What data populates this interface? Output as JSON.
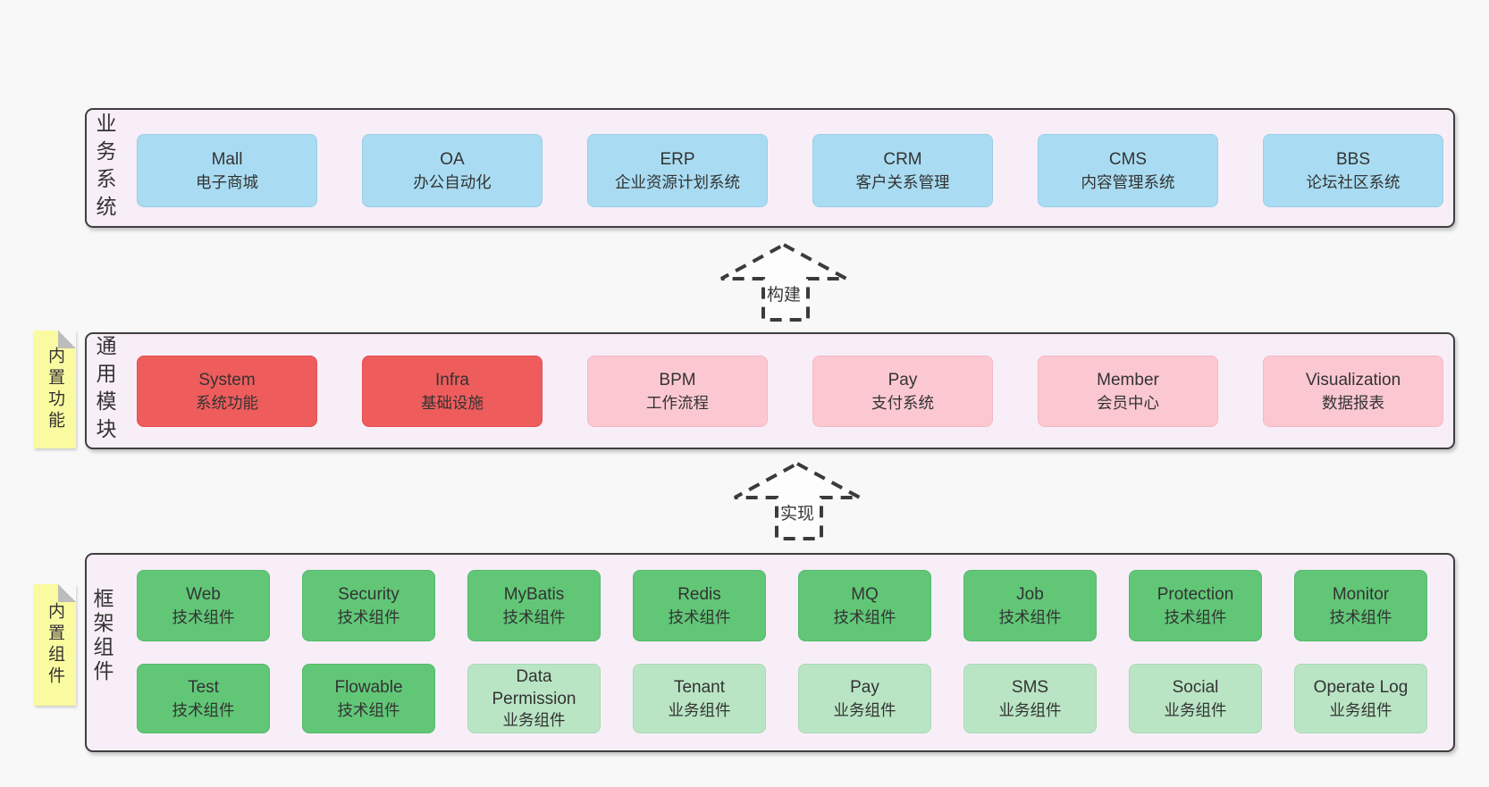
{
  "business": {
    "label": "业务系统",
    "boxes": [
      {
        "en": "Mall",
        "zh": "电子商城"
      },
      {
        "en": "OA",
        "zh": "办公自动化"
      },
      {
        "en": "ERP",
        "zh": "企业资源计划系统"
      },
      {
        "en": "CRM",
        "zh": "客户关系管理"
      },
      {
        "en": "CMS",
        "zh": "内容管理系统"
      },
      {
        "en": "BBS",
        "zh": "论坛社区系统"
      }
    ]
  },
  "modules": {
    "label": "通用模块",
    "tab": "内置功能",
    "boxes": [
      {
        "en": "System",
        "zh": "系统功能"
      },
      {
        "en": "Infra",
        "zh": "基础设施"
      },
      {
        "en": "BPM",
        "zh": "工作流程"
      },
      {
        "en": "Pay",
        "zh": "支付系统"
      },
      {
        "en": "Member",
        "zh": "会员中心"
      },
      {
        "en": "Visualization",
        "zh": "数据报表"
      }
    ]
  },
  "framework": {
    "label": "框架组件",
    "tab": "内置组件",
    "row1": [
      {
        "en": "Web",
        "zh": "技术组件"
      },
      {
        "en": "Security",
        "zh": "技术组件"
      },
      {
        "en": "MyBatis",
        "zh": "技术组件"
      },
      {
        "en": "Redis",
        "zh": "技术组件"
      },
      {
        "en": "MQ",
        "zh": "技术组件"
      },
      {
        "en": "Job",
        "zh": "技术组件"
      },
      {
        "en": "Protection",
        "zh": "技术组件"
      },
      {
        "en": "Monitor",
        "zh": "技术组件"
      }
    ],
    "row2": [
      {
        "en": "Test",
        "zh": "技术组件"
      },
      {
        "en": "Flowable",
        "zh": "技术组件"
      },
      {
        "en": "Data Permission",
        "zh": "业务组件"
      },
      {
        "en": "Tenant",
        "zh": "业务组件"
      },
      {
        "en": "Pay",
        "zh": "业务组件"
      },
      {
        "en": "SMS",
        "zh": "业务组件"
      },
      {
        "en": "Social",
        "zh": "业务组件"
      },
      {
        "en": "Operate Log",
        "zh": "业务组件"
      }
    ]
  },
  "arrows": {
    "build": "构建",
    "implement": "实现"
  },
  "colors": {
    "page_bg": "#f8f8f8",
    "section_bg": "#f8eef7",
    "section_border": "#3f3f3f",
    "blue": "#a9dcf2",
    "red": "#ef5c5c",
    "pink": "#fbc8d2",
    "green": "#61c777",
    "green_light": "#b9e5c4",
    "tab_yellow": "#fafaa0",
    "text": "#333333"
  }
}
